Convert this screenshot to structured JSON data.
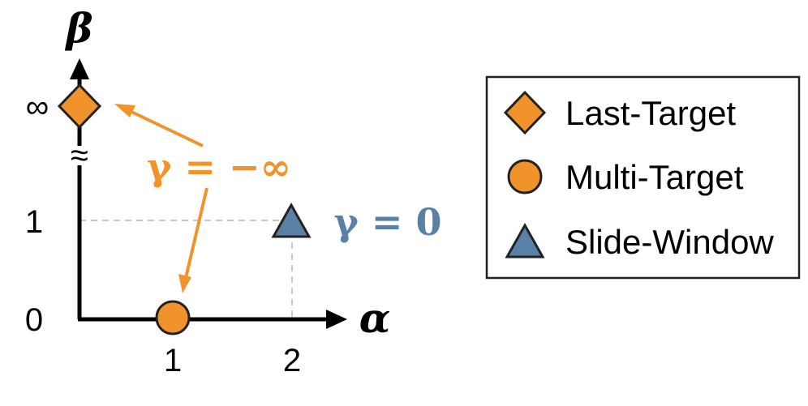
{
  "axes": {
    "x_label": "α",
    "y_label": "β",
    "x_ticks": [
      "1",
      "2"
    ],
    "y_ticks": [
      "0",
      "1",
      "∞"
    ],
    "break_mark": "≈"
  },
  "points": [
    {
      "name": "Last-Target",
      "alpha": "0",
      "beta": "∞",
      "shape": "diamond-icon",
      "color": "#f0932b"
    },
    {
      "name": "Multi-Target",
      "alpha": "1",
      "beta": "0",
      "shape": "circle-icon",
      "color": "#f0932b"
    },
    {
      "name": "Slide-Window",
      "alpha": "2",
      "beta": "1",
      "shape": "triangle-icon",
      "color": "#5b80a6"
    }
  ],
  "annotations": {
    "gamma_neg_inf": "γ = −∞",
    "gamma_zero": "γ = 0"
  },
  "legend": {
    "items": [
      {
        "label": "Last-Target",
        "icon": "diamond-icon",
        "color": "#f0932b"
      },
      {
        "label": "Multi-Target",
        "icon": "circle-icon",
        "color": "#f0932b"
      },
      {
        "label": "Slide-Window",
        "icon": "triangle-icon",
        "color": "#5b80a6"
      }
    ]
  },
  "colors": {
    "orange": "#f0932b",
    "blue": "#5b80a6",
    "axis": "#000000",
    "guide": "#c8c8c8"
  }
}
